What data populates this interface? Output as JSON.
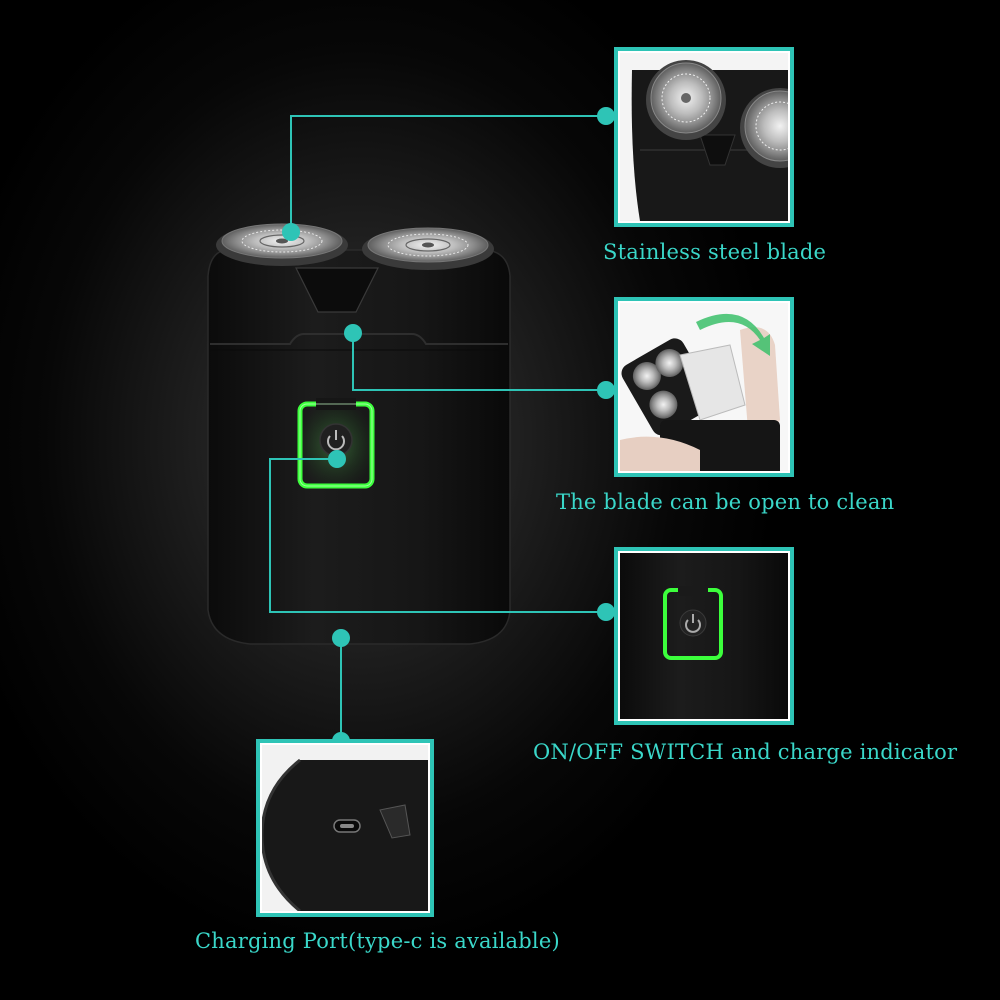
{
  "captions": {
    "blade": "Stainless steel blade",
    "clean": "The blade can be open to clean",
    "switch": "ON/OFF SWITCH and charge indicator",
    "port": "Charging Port(type-c is available)"
  },
  "icons": {
    "power": "power-icon",
    "usb": "usb-c-port-icon"
  },
  "colors": {
    "accent": "#2ec4b6",
    "caption": "#3ad7c9",
    "indicator": "#3cff3c",
    "body": "#151515",
    "background": "#000000"
  }
}
